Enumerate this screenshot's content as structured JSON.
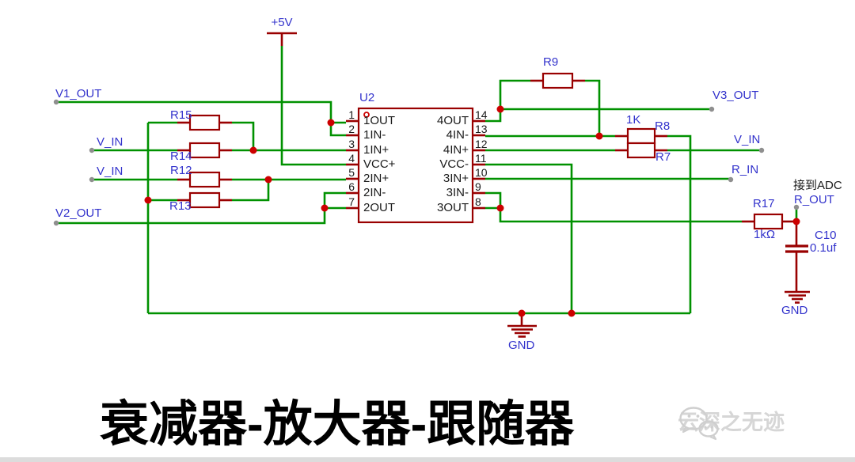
{
  "colors": {
    "wire": "#009100",
    "comp": "#990000",
    "label": "#3333CC",
    "junction": "#CC0000",
    "endpoint": "#8F8F8F",
    "ink": "#1A1A1A",
    "watermark": "#D6D6D6"
  },
  "power": {
    "vcc": "+5V",
    "gnd": "GND"
  },
  "nets": {
    "v1_out": "V1_OUT",
    "v_in": "V_IN",
    "v2_out": "V2_OUT",
    "v3_out": "V3_OUT",
    "r_in": "R_IN",
    "r_out": "R_OUT"
  },
  "ic": {
    "ref": "U2",
    "left_pins": [
      {
        "num": "1",
        "name": "1OUT"
      },
      {
        "num": "2",
        "name": "1IN-"
      },
      {
        "num": "3",
        "name": "1IN+"
      },
      {
        "num": "4",
        "name": "VCC+"
      },
      {
        "num": "5",
        "name": "2IN+"
      },
      {
        "num": "6",
        "name": "2IN-"
      },
      {
        "num": "7",
        "name": "2OUT"
      }
    ],
    "right_pins": [
      {
        "num": "14",
        "name": "4OUT"
      },
      {
        "num": "13",
        "name": "4IN-"
      },
      {
        "num": "12",
        "name": "4IN+"
      },
      {
        "num": "11",
        "name": "VCC-"
      },
      {
        "num": "10",
        "name": "3IN+"
      },
      {
        "num": "9",
        "name": "3IN-"
      },
      {
        "num": "8",
        "name": "3OUT"
      }
    ]
  },
  "resistors": {
    "r15": {
      "ref": "R15"
    },
    "r14": {
      "ref": "R14"
    },
    "r12": {
      "ref": "R12"
    },
    "r13": {
      "ref": "R13"
    },
    "r9": {
      "ref": "R9"
    },
    "r8": {
      "ref": "R8",
      "value": "1K"
    },
    "r7": {
      "ref": "R7"
    },
    "r17": {
      "ref": "R17",
      "value": "1kΩ"
    }
  },
  "capacitor": {
    "ref": "C10",
    "value": "0.1uf"
  },
  "annotations": {
    "adc_note": "接到ADC",
    "caption": "衰减器-放大器-跟随器",
    "watermark": "云深之无迹"
  }
}
